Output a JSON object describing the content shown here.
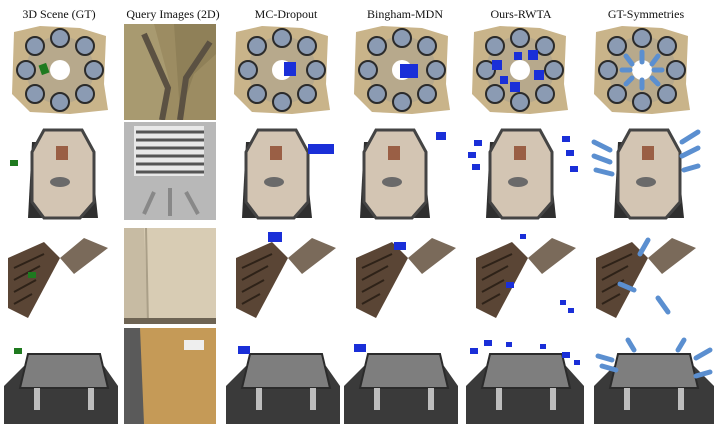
{
  "figure": {
    "columns": [
      {
        "id": "gt",
        "title": "3D Scene (GT)"
      },
      {
        "id": "query",
        "title": "Query Images (2D)"
      },
      {
        "id": "mc",
        "title": "MC-Dropout"
      },
      {
        "id": "bingham",
        "title": "Bingham-MDN"
      },
      {
        "id": "rwta",
        "title": "Ours-RWTA"
      },
      {
        "id": "sym",
        "title": "GT-Symmetries"
      }
    ],
    "rows": [
      {
        "id": "round-table"
      },
      {
        "id": "long-table"
      },
      {
        "id": "staircase"
      },
      {
        "id": "meeting-room"
      }
    ]
  },
  "colors": {
    "gt_pose": "#1f7a1f",
    "prediction": "#1a2fd8",
    "symmetry_arrow": "#5b8fd0",
    "carpet": "#c9b48a",
    "table_wood": "#a8998a",
    "chair_grey": "#8b9bb3",
    "stair_brown": "#5a4535",
    "dark_floor": "#3a3a3a"
  }
}
